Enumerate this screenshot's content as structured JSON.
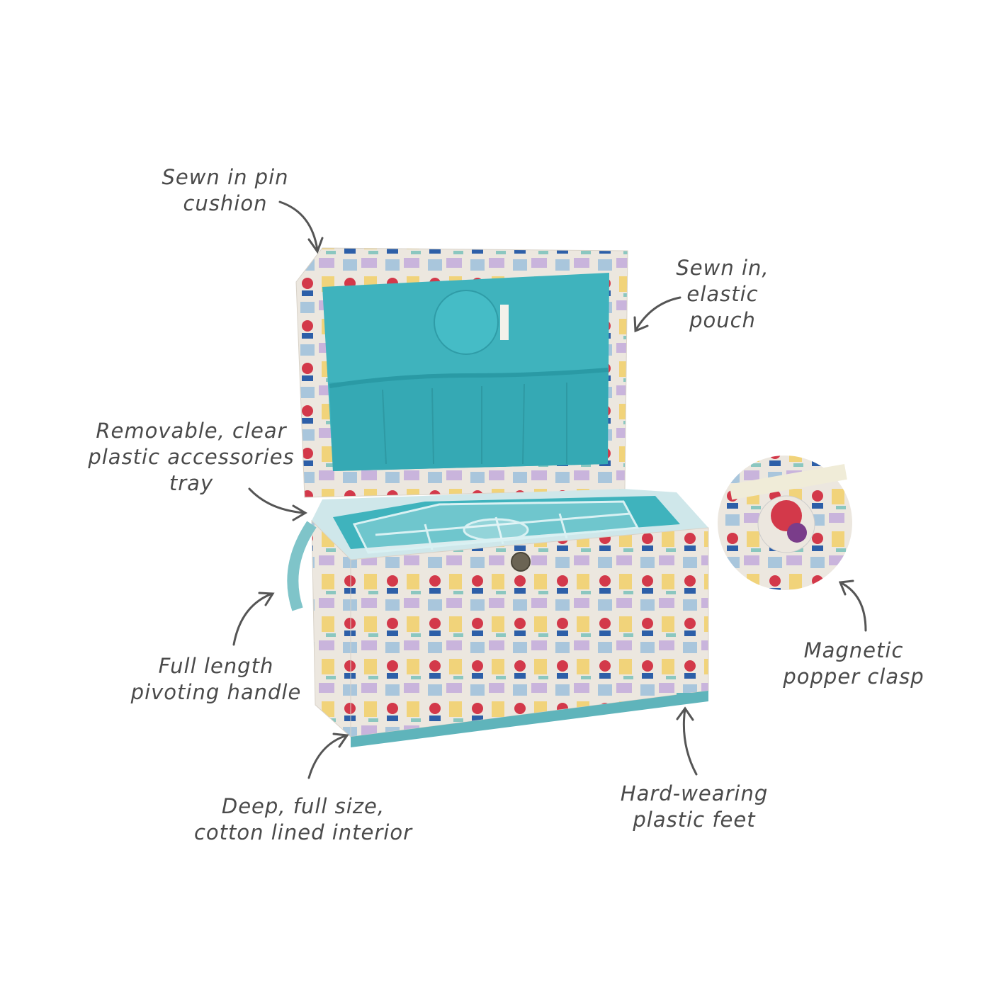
{
  "annotations": {
    "pin_cushion": [
      "Sewn in pin",
      "cushion"
    ],
    "elastic_pouch": [
      "Sewn in,",
      "elastic",
      "pouch"
    ],
    "tray": [
      "Removable, clear",
      "plastic accessories",
      "tray"
    ],
    "handle": [
      "Full length",
      "pivoting handle"
    ],
    "interior": [
      "Deep, full size,",
      "cotton lined interior"
    ],
    "feet": [
      "Hard-wearing",
      "plastic feet"
    ],
    "clasp": [
      "Magnetic",
      "popper clasp"
    ]
  },
  "colors": {
    "lining": "#3fb3bd",
    "lining_dark": "#2a9aa5",
    "fabric": "#ece7df",
    "handle": "#7fc4c9",
    "text": "#4a4a4a",
    "clasp": "#6b6454"
  }
}
